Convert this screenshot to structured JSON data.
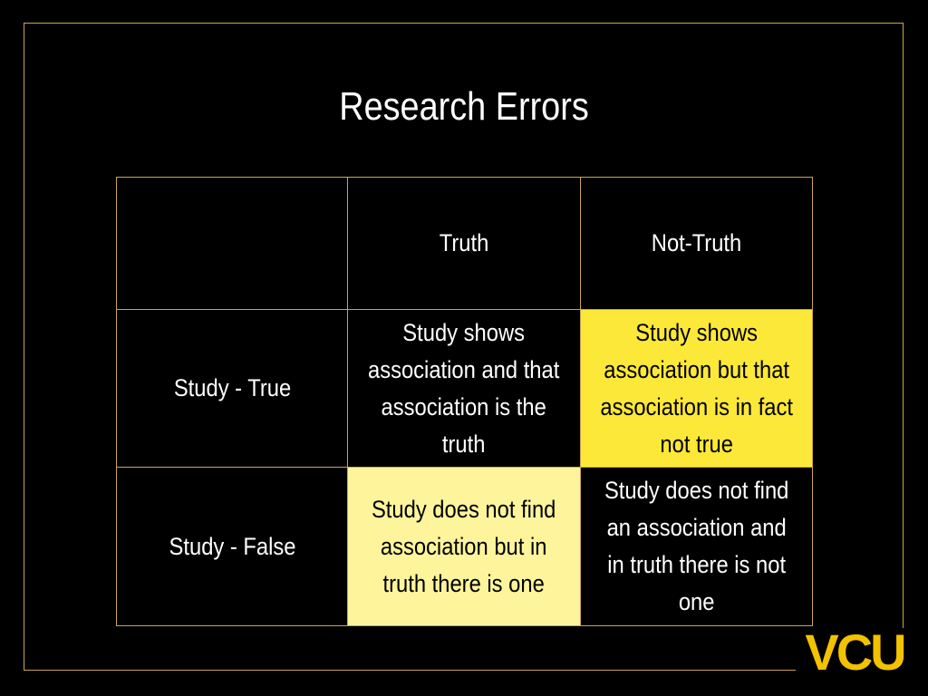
{
  "slide": {
    "title": "Research Errors",
    "logo_text": "VCU"
  },
  "table": {
    "col_headers": [
      "",
      "Truth",
      "Not-Truth"
    ],
    "rows": [
      {
        "label": "Study - True",
        "cells": [
          "Study shows association and that association is the truth",
          "Study shows association but that association is in fact not true"
        ]
      },
      {
        "label": "Study - False",
        "cells": [
          "Study does not find association but in truth there is one",
          "Study does not find an association and in truth there is not one"
        ]
      }
    ]
  },
  "colors": {
    "background": "#000000",
    "border_gold": "#c9a64a",
    "highlight_strong": "#fce838",
    "highlight_light": "#fdf49c",
    "logo_gold": "#f2c200"
  }
}
